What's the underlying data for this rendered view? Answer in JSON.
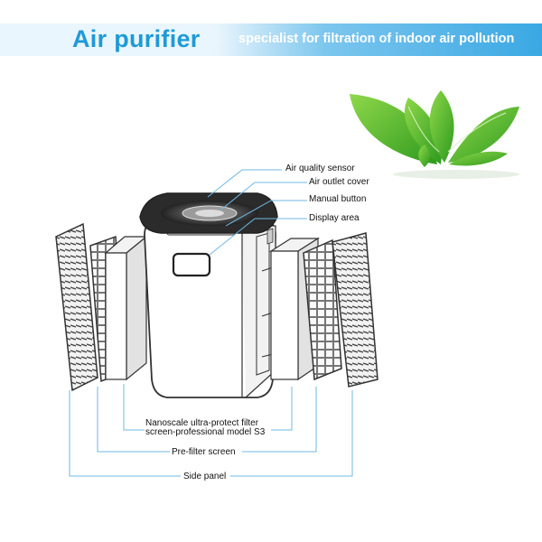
{
  "banner": {
    "title": "Air purifier",
    "subtitle": "specialist for filtration of indoor air pollution"
  },
  "labels": {
    "air_quality_sensor": "Air quality sensor",
    "air_outlet_cover": "Air outlet cover",
    "manual_button": "Manual button",
    "display_area": "Display area",
    "nanoscale_filter_line1": "Nanoscale ultra-protect filter",
    "nanoscale_filter_line2": "screen-professional model S3",
    "pre_filter_screen": "Pre-filter screen",
    "side_panel": "Side panel"
  },
  "colors": {
    "banner_text": "#1e9ad8",
    "leader_line": "#6fb8e3",
    "leaf": "#3fae2a"
  }
}
